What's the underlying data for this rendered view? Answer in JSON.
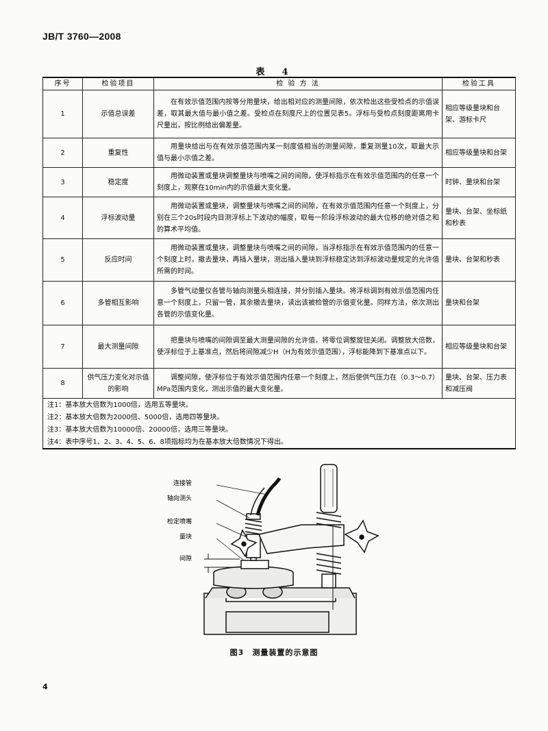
{
  "header": {
    "doc_code": "JB/T 3760—2008"
  },
  "table": {
    "title": "表　4",
    "columns": [
      "序号",
      "检验项目",
      "检 验 方 法",
      "检验工具"
    ],
    "rows": [
      {
        "no": "1",
        "item": "示值总误差",
        "method": "在有效示值范围内按等分用量块，给出相对应的测量间隙，依次检出这些受检点的示值误差，取其最大值与最小值之差。受检点在刻度尺上的位置见表5。浮标与受检点刻度距离用卡尺量出，按比例给出偏差量。",
        "tool": "相应等级量块和台架、游标卡尺"
      },
      {
        "no": "2",
        "item": "重复性",
        "method": "用量块给出与在有效示值范围内某一刻度值相当的测量间隙，重复测量10次，取最大示值与最小示值之差。",
        "tool": "相应等级量块和台架"
      },
      {
        "no": "3",
        "item": "稳定度",
        "method": "用微动装置或量块调整量块与喷嘴之间的间隙，使浮标指示在有效示值范围内的任意一个刻度上，观察在10min内的示值最大变化量。",
        "tool": "时钟、量块和台架"
      },
      {
        "no": "4",
        "item": "浮标波动量",
        "method": "用微动装置或量块，调整量块与喷嘴之间的间隙，在有效示值范围内任意一个刻度上，分别在三个20s时段内目测浮标上下波动的幅度，取每一阶段浮标波动的最大位移的绝对值之和的算术平均值。",
        "tool": "量块、台架、坐标纸和秒表"
      },
      {
        "no": "5",
        "item": "反应时间",
        "method": "用微动装置或量块，调整量块与喷嘴之间的间隙，当浮标指示在有效示值范围内的任意一个刻度上时，撤去量块，再插入量块，测出插入量块到浮标稳定达到浮标波动量规定的允许值所需的时间。",
        "tool": "量块、台架和秒表"
      },
      {
        "no": "6",
        "item": "多管相互影响",
        "method": "多管气动量仪各管与轴向测量头相连接，并分别插入量块。将浮标调到有效示值范围内任意一个刻度上，只留一管，其余撤去量块，读出该被检管的示值变化量。同样方法，依次测出各管的示值变化量。",
        "tool": "量块和台架"
      },
      {
        "no": "7",
        "item": "最大测量间隙",
        "method": "把量块与喷嘴的间隙调至最大测量间隙的允许值，将零位调整旋钮关闭。调整放大倍数，使浮标位于上基准点，然后将间隙减少H（H为有效示值范围），浮标能降到下基准点以下。",
        "tool": "相应等级量块和台架"
      },
      {
        "no": "8",
        "item": "供气压力变化对示值的影响",
        "method": "调整间隙，使浮标位于有效示值范围内任意一个刻度上，然后使供气压力在（0.3～0.7）MPa范围内变化，测出示值的最大变化量。",
        "tool": "量块、台架、压力表和减压阀"
      }
    ],
    "notes": [
      "注1：基本放大倍数为1000倍，选用五等量块。",
      "注2：基本放大倍数为2000倍、5000倍，选用四等量块。",
      "注3：基本放大倍数为10000倍、20000倍，选用三等量块。",
      "注4：表中序号1、2、3、4、5、6、8项指标均为在基本放大倍数情况下得出。"
    ]
  },
  "figure": {
    "labels": [
      "连接管",
      "轴向测头",
      "检定喷嘴",
      "量块",
      "间隙"
    ],
    "caption": "图3　测量装置的示意图"
  },
  "page_number": "4"
}
